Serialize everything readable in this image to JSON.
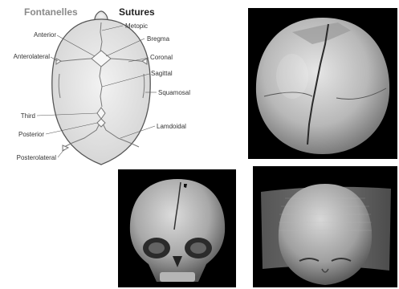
{
  "headers": {
    "fontanelles": "Fontanelles",
    "sutures": "Sutures"
  },
  "labels": {
    "metopic": "Metopic",
    "anterior": "Anterior",
    "bregma": "Bregma",
    "anterolateral": "Anterolateral",
    "coronal": "Coronal",
    "sagittal": "Sagittal",
    "squamosal": "Squamosal",
    "third": "Third",
    "posterior": "Posterior",
    "lamdoidal": "Lamdoidal",
    "posterolateral": "Posterolateral"
  },
  "colors": {
    "fontanelles_header": "#8a8a8a",
    "sutures_header": "#222222",
    "skull_fill": "#e9e9e9",
    "skull_stroke": "#555555",
    "panel_background": "#000000"
  }
}
